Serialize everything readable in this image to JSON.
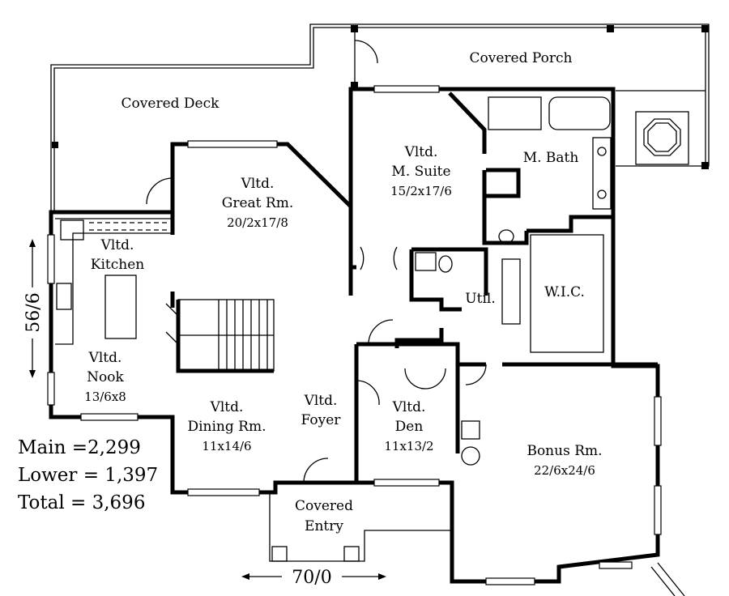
{
  "rooms": {
    "covered_deck": "Covered Deck",
    "covered_porch": "Covered Porch",
    "great_room": {
      "line1": "Vltd.",
      "line2": "Great Rm.",
      "dim": "20/2x17/8"
    },
    "master_suite": {
      "line1": "Vltd.",
      "line2": "M. Suite",
      "dim": "15/2x17/6"
    },
    "master_bath": "M. Bath",
    "kitchen": {
      "line1": "Vltd.",
      "line2": "Kitchen"
    },
    "nook": {
      "line1": "Vltd.",
      "line2": "Nook",
      "dim": "13/6x8"
    },
    "utility": "Util.",
    "wic": "W.I.C.",
    "dining": {
      "line1": "Vltd.",
      "line2": "Dining Rm.",
      "dim": "11x14/6"
    },
    "foyer": {
      "line1": "Vltd.",
      "line2": "Foyer"
    },
    "den": {
      "line1": "Vltd.",
      "line2": "Den",
      "dim": "11x13/2"
    },
    "bonus": {
      "line1": "Bonus Rm.",
      "dim": "22/6x24/6"
    },
    "covered_entry": {
      "line1": "Covered",
      "line2": "Entry"
    }
  },
  "dimensions": {
    "depth": "56/6",
    "width": "70/0"
  },
  "area_summary": {
    "main": "Main =2,299",
    "lower": "Lower = 1,397",
    "total": "Total  = 3,696"
  }
}
